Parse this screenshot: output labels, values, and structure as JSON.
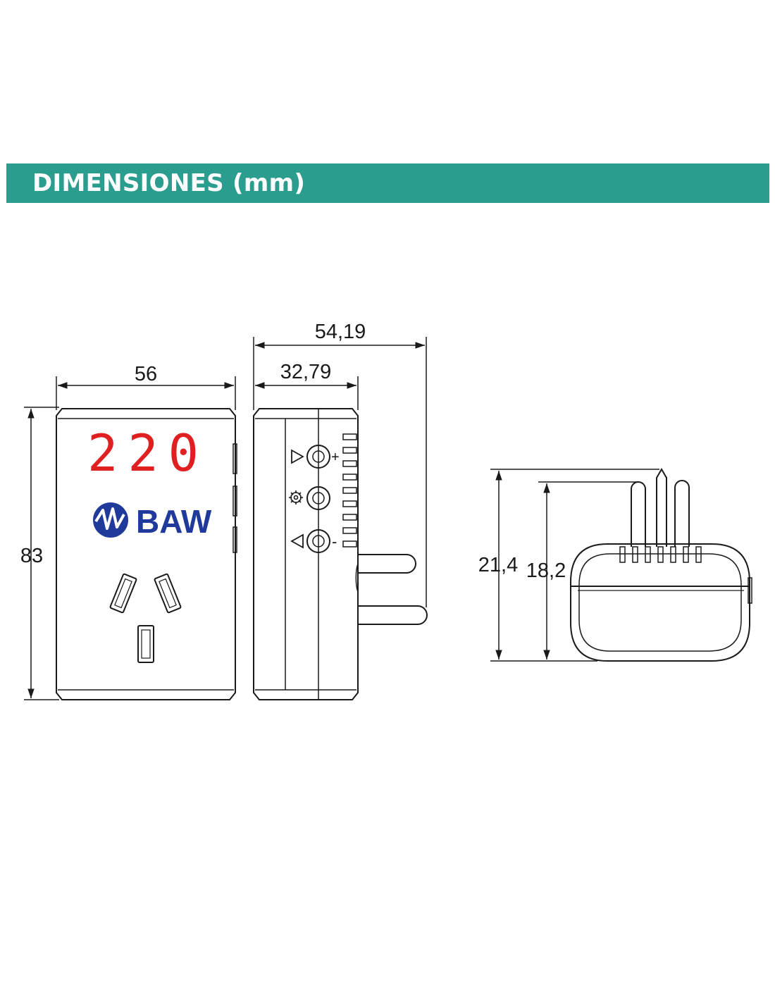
{
  "header": {
    "title": "DIMENSIONES (mm)",
    "band_color": "#2a9d8f"
  },
  "front_view": {
    "width_label": "56",
    "height_label": "83",
    "display_value": "220",
    "display_color": "#e02020",
    "brand_name": "BAW",
    "brand_color": "#1f3a9a"
  },
  "side_view": {
    "depth_total_label": "54,19",
    "depth_body_label": "32,79",
    "button_plus_label": "+",
    "button_minus_label": "-",
    "icons": [
      "play-right-icon",
      "gear-icon",
      "play-left-icon"
    ]
  },
  "top_view": {
    "height_outer_label": "21,4",
    "height_inner_label": "18,2"
  },
  "colors": {
    "line": "#1a1a1a"
  }
}
